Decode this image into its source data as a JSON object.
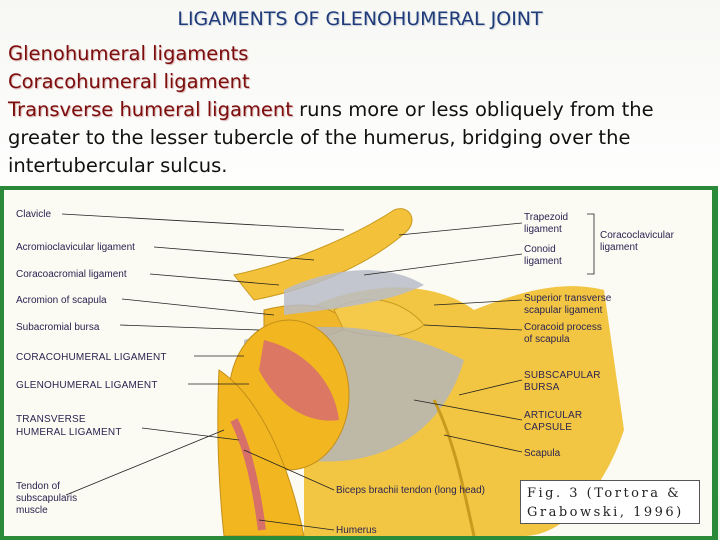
{
  "slide": {
    "title": "LIGAMENTS OF GLENOHUMERAL JOINT",
    "line1": "Glenohumeral ligaments",
    "line2": "Coracohumeral ligament",
    "line3_highlight": "Transverse humeral ligament",
    "line3_rest": " runs more or less obliquely from the greater to the lesser tubercle of the humerus, bridging over the intertubercular sulcus."
  },
  "figure": {
    "labels_left": [
      "Clavicle",
      "Acromioclavicular ligament",
      "Coracoacromial ligament",
      "Acromion of scapula",
      "Subacromial bursa",
      "CORACOHUMERAL LIGAMENT",
      "GLENOHUMERAL LIGAMENT",
      "TRANSVERSE",
      "HUMERAL LIGAMENT",
      "Tendon of",
      "subscapularis",
      "muscle"
    ],
    "labels_right": [
      "Trapezoid",
      "ligament",
      "Conoid",
      "ligament",
      "Coracoclavicular",
      "ligament",
      "Superior transverse",
      "scapular ligament",
      "Coracoid process",
      "of scapula",
      "SUBSCAPULAR",
      "BURSA",
      "ARTICULAR",
      "CAPSULE",
      "Scapula"
    ],
    "labels_bottom": [
      "Biceps brachii tendon (long head)",
      "Humerus"
    ],
    "citation_line1": "Fig. 3 (Tortora &",
    "citation_line2": "Grabowski, 1996)"
  },
  "colors": {
    "title": "#1f3b7a",
    "highlight": "#7b0d0d",
    "frame": "#2b8a3a",
    "bone": "#f1b722",
    "ligament": "#b8bcc8",
    "tendon": "#d8706a"
  }
}
